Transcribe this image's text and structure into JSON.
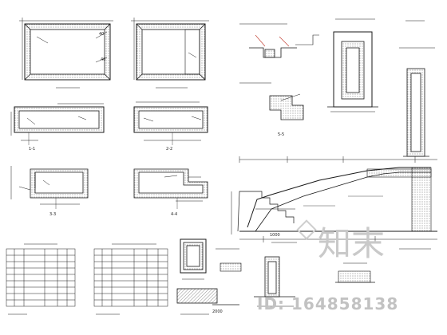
{
  "drawing": {
    "section_1_1": "1-1",
    "section_2_2": "2-2",
    "section_3_3": "3-3",
    "section_4_4": "4-4",
    "section_5_5": "5-5",
    "dim_1000": "1000",
    "dim_2000": "2000"
  },
  "watermark": {
    "id_text": "ID: 164858138",
    "logo_text": "知末"
  },
  "colors": {
    "line": "#1a1a1a",
    "red_line": "#c0392b",
    "hatch": "#555555",
    "watermark": "#c9c9c9"
  }
}
